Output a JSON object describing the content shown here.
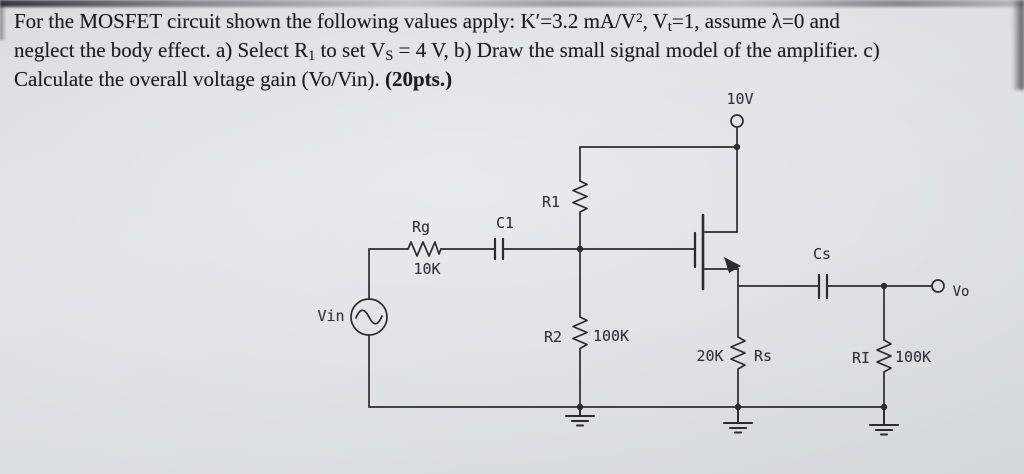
{
  "problem": {
    "line1": {
      "a": "For the MOSFET circuit shown the following values apply: K′=3.2 mA/V",
      "sup": "2",
      "b": ", V",
      "sub": "t",
      "c": "=1, assume λ=0 and"
    },
    "line2": {
      "a": "neglect the body effect. a) Select R",
      "sub1": "1",
      "b": " to set V",
      "sub2": "S",
      "c": " = 4 V, b) Draw the small signal model of the amplifier. c)"
    },
    "line3": {
      "a": "Calculate the overall voltage gain (Vo/Vin). ",
      "points": "(20pts.)"
    }
  },
  "circuit": {
    "supply": "10V",
    "labels": {
      "r1": "R1",
      "rg": "Rg",
      "rg_value": "10K",
      "c1": "C1",
      "vin": "Vin",
      "r2": "R2",
      "r2_value": "100K",
      "rs_value": "20K",
      "rs": "Rs",
      "cs": "Cs",
      "rl": "RI",
      "rl_value": "100K",
      "vo": "Vo"
    },
    "colors": {
      "wire": "#2b2c2e",
      "paper": "#d9dddd",
      "text": "#1d1e22"
    }
  }
}
